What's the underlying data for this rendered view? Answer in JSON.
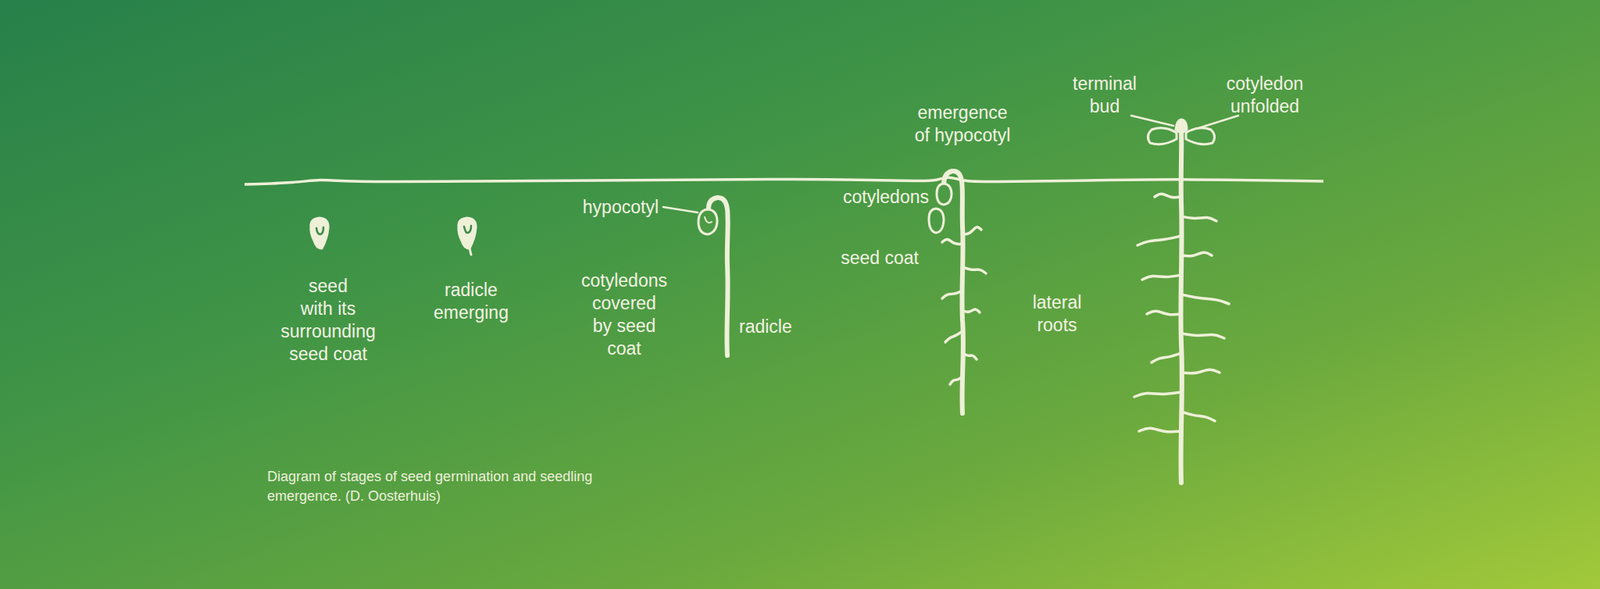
{
  "diagram": {
    "caption": "Diagram of stages of seed germination and seedling emergence. (D. Oosterhuis)",
    "labels": [
      "seed with its surrounding seed coat",
      "radicle emerging",
      "hypocotyl",
      "cotyledons covered by seed coat",
      "radicle",
      "emergence of hypocotyl",
      "cotyledons",
      "seed coat",
      "lateral roots",
      "terminal bud",
      "cotyledon unfolded"
    ]
  }
}
